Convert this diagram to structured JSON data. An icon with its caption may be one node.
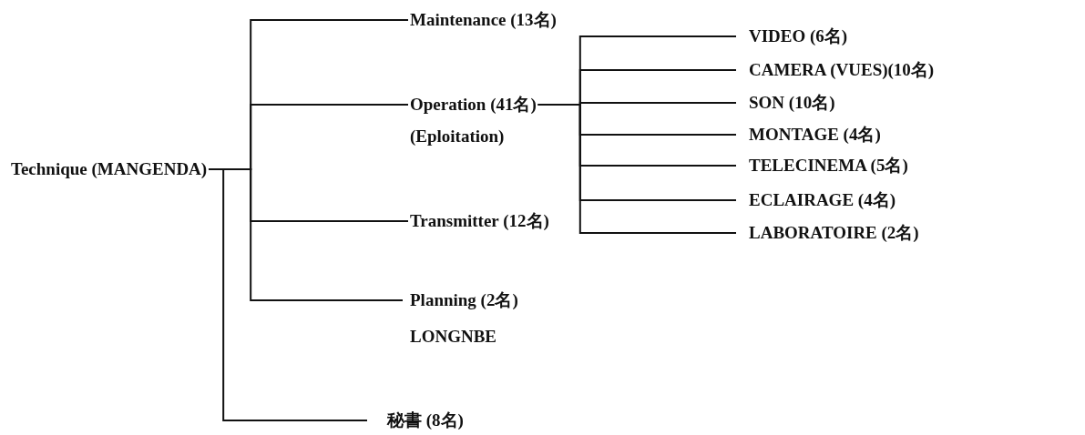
{
  "diagram": {
    "nodes": [
      {
        "text": [
          "Technique (MANGENDA)"
        ]
      },
      {
        "text": [
          "Maintenance (13名)"
        ]
      },
      {
        "text": [
          "Operation (41名)",
          "(Eploitation)"
        ]
      },
      {
        "text": [
          "Transmitter (12名)"
        ]
      },
      {
        "text": [
          "Planning (2名)",
          "LONGNBE"
        ]
      },
      {
        "text": [
          "秘書 (8名)"
        ]
      },
      {
        "text": [
          "VIDEO (6名)"
        ]
      },
      {
        "text": [
          "CAMERA (VUES)(10名)"
        ]
      },
      {
        "text": [
          "SON (10名)"
        ]
      },
      {
        "text": [
          "MONTAGE (4名)"
        ]
      },
      {
        "text": [
          "TELECINEMA (5名)"
        ]
      },
      {
        "text": [
          "ECLAIRAGE (4名)"
        ]
      },
      {
        "text": [
          "LABORATOIRE (2名)"
        ]
      }
    ],
    "edges": [
      {
        "from": 0,
        "to": 1,
        "arrow": "none"
      },
      {
        "from": 0,
        "to": 2,
        "arrow": "none"
      },
      {
        "from": 0,
        "to": 3,
        "arrow": "none"
      },
      {
        "from": 0,
        "to": 4,
        "arrow": "none"
      },
      {
        "from": 0,
        "to": 5,
        "arrow": "none"
      },
      {
        "from": 2,
        "to": 6,
        "arrow": "none"
      },
      {
        "from": 2,
        "to": 7,
        "arrow": "none"
      },
      {
        "from": 2,
        "to": 8,
        "arrow": "none"
      },
      {
        "from": 2,
        "to": 9,
        "arrow": "none"
      },
      {
        "from": 2,
        "to": 10,
        "arrow": "none"
      },
      {
        "from": 2,
        "to": 11,
        "arrow": "none"
      },
      {
        "from": 2,
        "to": 12,
        "arrow": "none"
      }
    ]
  }
}
